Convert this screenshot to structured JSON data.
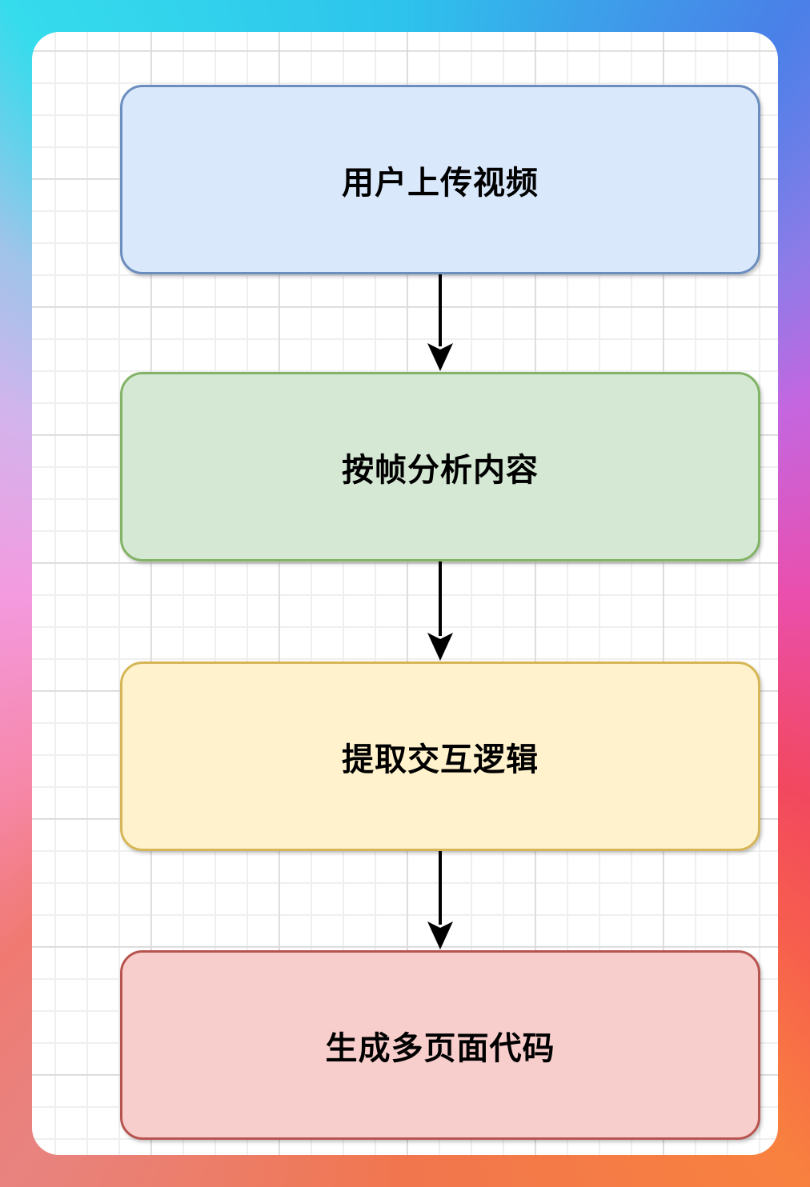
{
  "diagram": {
    "type": "flowchart",
    "direction": "top-down",
    "nodes": [
      {
        "id": "upload-video",
        "label": "用户上传视频",
        "fill": "#dae8fc",
        "border": "#6c8ebf"
      },
      {
        "id": "analyze-frames",
        "label": "按帧分析内容",
        "fill": "#d5e8d4",
        "border": "#82b366"
      },
      {
        "id": "extract-logic",
        "label": "提取交互逻辑",
        "fill": "#fff2cc",
        "border": "#d6b656"
      },
      {
        "id": "generate-code",
        "label": "生成多页面代码",
        "fill": "#f8cecc",
        "border": "#b85450"
      }
    ],
    "edges": [
      {
        "from": "upload-video",
        "to": "analyze-frames"
      },
      {
        "from": "analyze-frames",
        "to": "extract-logic"
      },
      {
        "from": "extract-logic",
        "to": "generate-code"
      }
    ],
    "arrow_color": "#000000",
    "colors": {
      "card_background": "#ffffff",
      "grid_minor": "#efefef",
      "grid_major": "#d7d7d7",
      "frame_gradient": [
        "#2dc3ec",
        "#4a80e8",
        "#c466e0",
        "#ea4fae",
        "#f2485f",
        "#f8813f",
        "#f1764e",
        "#f687a8",
        "#f49ae0",
        "#9fc4ea",
        "#35dcec"
      ]
    }
  }
}
